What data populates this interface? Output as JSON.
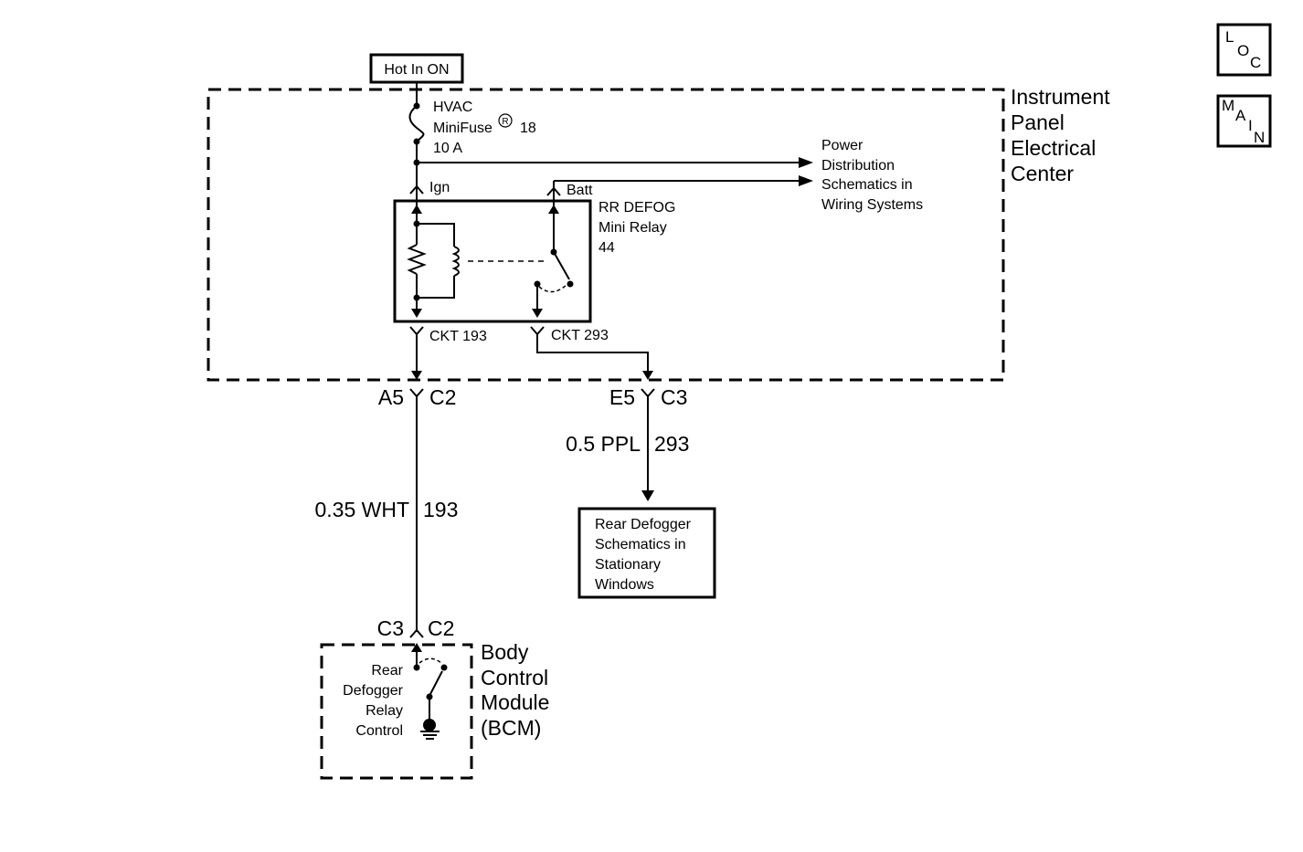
{
  "source_box": {
    "label": "Hot In ON"
  },
  "ipec": {
    "title_lines": [
      "Instrument",
      "Panel",
      "Electrical",
      "Center"
    ]
  },
  "fuse": {
    "line1": "HVAC",
    "line2": "MiniFuse",
    "reg": "R",
    "num": "18",
    "rating": "10 A"
  },
  "ign_label": "Ign",
  "batt_label": "Batt",
  "relay": {
    "lines": [
      "RR DEFOG",
      "Mini Relay",
      "44"
    ]
  },
  "power_dist": {
    "lines": [
      "Power",
      "Distribution",
      "Schematics in",
      "Wiring Systems"
    ]
  },
  "ckt193": "CKT 193",
  "ckt293": "CKT 293",
  "conn_left": {
    "a": "A5",
    "b": "C2"
  },
  "conn_right": {
    "a": "E5",
    "b": "C3"
  },
  "wire_left": {
    "gauge_color": "0.35 WHT",
    "circuit": "193"
  },
  "wire_right": {
    "gauge_color": "0.5 PPL",
    "circuit": "293"
  },
  "rear_defogger_box": {
    "lines": [
      "Rear Defogger",
      "Schematics in",
      "Stationary",
      "Windows"
    ]
  },
  "conn_bcm": {
    "a": "C3",
    "b": "C2"
  },
  "bcm": {
    "title_lines": [
      "Body",
      "Control",
      "Module",
      "(BCM)"
    ],
    "inner_lines": [
      "Rear",
      "Defogger",
      "Relay",
      "Control"
    ]
  },
  "nav": {
    "loc": [
      "L",
      "O",
      "C"
    ],
    "main": [
      "M",
      "A",
      "I",
      "N"
    ]
  }
}
